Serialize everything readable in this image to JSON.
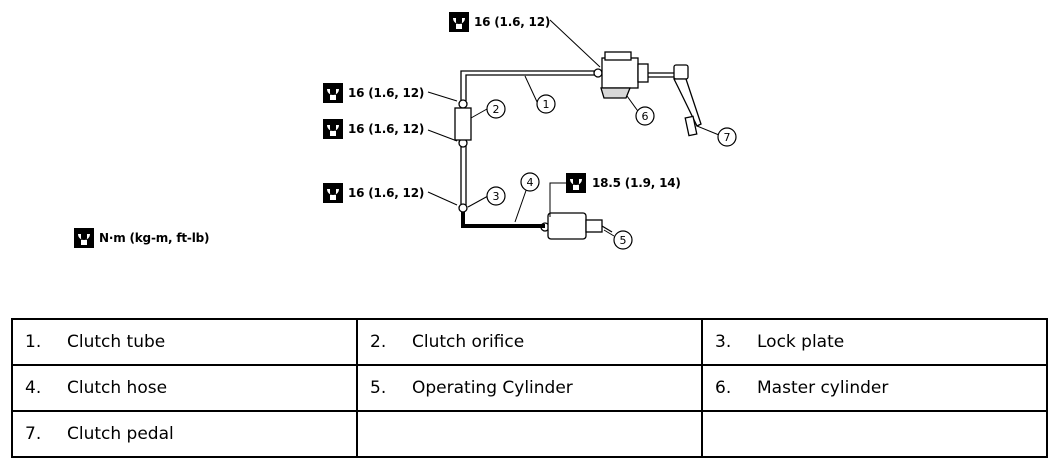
{
  "torque_specs": {
    "master_cylinder_fitting": "16 (1.6, 12)",
    "orifice_top": "16 (1.6, 12)",
    "orifice_bottom": "16 (1.6, 12)",
    "lock_plate": "16 (1.6, 12)",
    "operating_cylinder": "18.5 (1.9, 14)"
  },
  "callouts": [
    "1",
    "2",
    "3",
    "4",
    "5",
    "6",
    "7"
  ],
  "legend": "N·m (kg-m, ft-lb)",
  "parts_table": [
    [
      {
        "num": "1.",
        "name": "Clutch tube"
      },
      {
        "num": "2.",
        "name": "Clutch orifice"
      },
      {
        "num": "3.",
        "name": "Lock plate"
      }
    ],
    [
      {
        "num": "4.",
        "name": "Clutch hose"
      },
      {
        "num": "5.",
        "name": "Operating Cylinder"
      },
      {
        "num": "6.",
        "name": "Master cylinder"
      }
    ],
    [
      {
        "num": "7.",
        "name": "Clutch pedal"
      },
      {
        "num": "",
        "name": ""
      },
      {
        "num": "",
        "name": ""
      }
    ]
  ]
}
